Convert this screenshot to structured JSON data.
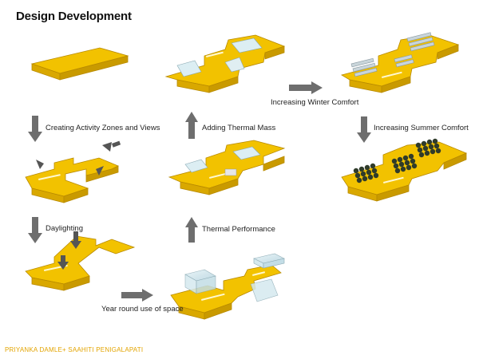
{
  "title": "Design Development",
  "credit": "PRIYANKA DAMLE+ SAAHITI PENIGALAPATI",
  "steps": {
    "zones": "Creating Activity Zones and Views",
    "daylighting": "Daylighting",
    "year_round": "Year round use of space",
    "thermal_performance": "Thermal Performance",
    "thermal_mass": "Adding Thermal Mass",
    "winter": "Increasing Winter Comfort",
    "summer": "Increasing Summer Comfort"
  },
  "colors": {
    "slab_top": "#f2c200",
    "slab_side": "#d9a800",
    "slab_edge": "#b88a00",
    "arrow": "#6e6e6e",
    "glass": "#cfe6ee",
    "trees": "#2f3b2a"
  }
}
